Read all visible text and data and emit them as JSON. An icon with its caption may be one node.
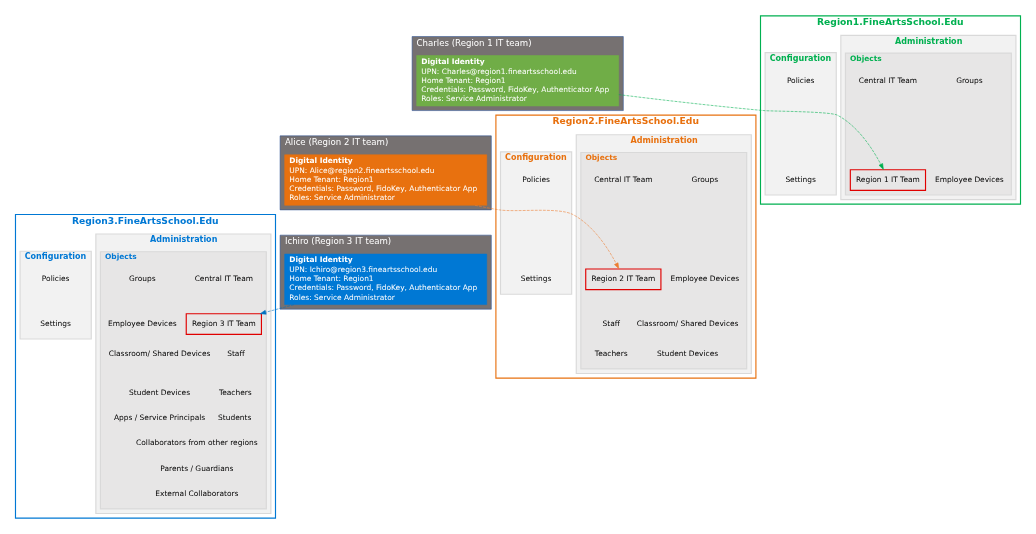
{
  "diagram": {
    "nodes": [
      {
        "text": [
          "Charles (Region 1 IT team)"
        ]
      },
      {
        "text": [
          "Digital Identity",
          "UPN: Charles@region1.fineartsschool.edu",
          "Home Tenant: Region1",
          "Credentials: Password, FidoKey, Authenticator App",
          "Roles: Service Administrator"
        ],
        "in": 0
      },
      {
        "text": [
          "Alice (Region 2 IT team)"
        ]
      },
      {
        "text": [
          "Digital Identity",
          "UPN: Alice@region2.fineartsschool.edu",
          "Home Tenant: Region1",
          "Credentials: Password, FidoKey, Authenticator App",
          "Roles: Service Administrator"
        ],
        "in": 2
      },
      {
        "text": [
          "Ichiro (Region 3 IT team)"
        ]
      },
      {
        "text": [
          "Digital Identity",
          "UPN: Ichiro@region3.fineartsschool.edu",
          "Home Tenant: Region1",
          "Credentials: Password, FidoKey, Authenticator App",
          "Roles: Service Administrator"
        ],
        "in": 4
      },
      {
        "text": [
          "Region1.FineArtsSchool.Edu"
        ]
      },
      {
        "text": [
          "Administration"
        ],
        "in": 6
      },
      {
        "text": [
          "Objects"
        ],
        "in": 7
      },
      {
        "text": [
          "Central IT Team"
        ],
        "in": 8
      },
      {
        "text": [
          "Region 1 IT Team"
        ],
        "in": 8
      },
      {
        "text": [
          "Groups"
        ],
        "in": 8
      },
      {
        "text": [
          "Employee Devices"
        ],
        "in": 8
      },
      {
        "text": [
          "Configuration"
        ],
        "in": 6
      },
      {
        "text": [
          "Policies"
        ],
        "in": 13
      },
      {
        "text": [
          "Settings"
        ],
        "in": 13
      },
      {
        "text": [
          "Region2.FineArtsSchool.Edu"
        ]
      },
      {
        "text": [
          "Administration"
        ],
        "in": 16
      },
      {
        "text": [
          "Objects"
        ],
        "in": 17
      },
      {
        "text": [
          "Central IT Team"
        ],
        "in": 18
      },
      {
        "text": [
          "Region 2 IT Team"
        ],
        "in": 18
      },
      {
        "text": [
          "Staff"
        ],
        "in": 18
      },
      {
        "text": [
          "Teachers"
        ],
        "in": 18
      },
      {
        "text": [
          "Groups"
        ],
        "in": 18
      },
      {
        "text": [
          "Employee Devices"
        ],
        "in": 18
      },
      {
        "text": [
          "Classroom/ Shared Devices"
        ],
        "in": 18
      },
      {
        "text": [
          "Student Devices"
        ],
        "in": 18
      },
      {
        "text": [
          "Configuration"
        ],
        "in": 16
      },
      {
        "text": [
          "Policies"
        ],
        "in": 27
      },
      {
        "text": [
          "Settings"
        ],
        "in": 27
      },
      {
        "text": [
          "Region3.FineArtsSchool.Edu"
        ]
      },
      {
        "text": [
          "Administration"
        ],
        "in": 30
      },
      {
        "text": [
          "Objects"
        ],
        "in": 31
      },
      {
        "text": [
          "Central IT Team"
        ],
        "in": 32
      },
      {
        "text": [
          "Region 3 IT Team"
        ],
        "in": 32
      },
      {
        "text": [
          "Staff"
        ],
        "in": 32
      },
      {
        "text": [
          "Teachers"
        ],
        "in": 32
      },
      {
        "text": [
          "Students"
        ],
        "in": 32
      },
      {
        "text": [
          "Collaborators from other regions"
        ],
        "in": 32
      },
      {
        "text": [
          "Parents / Guardians"
        ],
        "in": 32
      },
      {
        "text": [
          "External Collaborators"
        ],
        "in": 32
      },
      {
        "text": [
          "Groups"
        ],
        "in": 32
      },
      {
        "text": [
          "Employee Devices"
        ],
        "in": 32
      },
      {
        "text": [
          "Classroom/ Shared Devices"
        ],
        "in": 32
      },
      {
        "text": [
          "Student Devices"
        ],
        "in": 32
      },
      {
        "text": [
          "Apps / Service Principals"
        ],
        "in": 32
      },
      {
        "text": [
          "Configuration"
        ],
        "in": 30
      },
      {
        "text": [
          "Policies"
        ],
        "in": 46
      },
      {
        "text": [
          "Settings"
        ],
        "in": 46
      }
    ],
    "edges": [
      {
        "from": 1,
        "to": 10,
        "arrow": "to",
        "style": "dashed",
        "color": "#00b050"
      },
      {
        "from": 3,
        "to": 20,
        "arrow": "to",
        "style": "dashed",
        "color": "#ed7d31"
      },
      {
        "from": 5,
        "to": 34,
        "arrow": "to",
        "style": "dashed",
        "color": "#0070c0"
      }
    ]
  }
}
